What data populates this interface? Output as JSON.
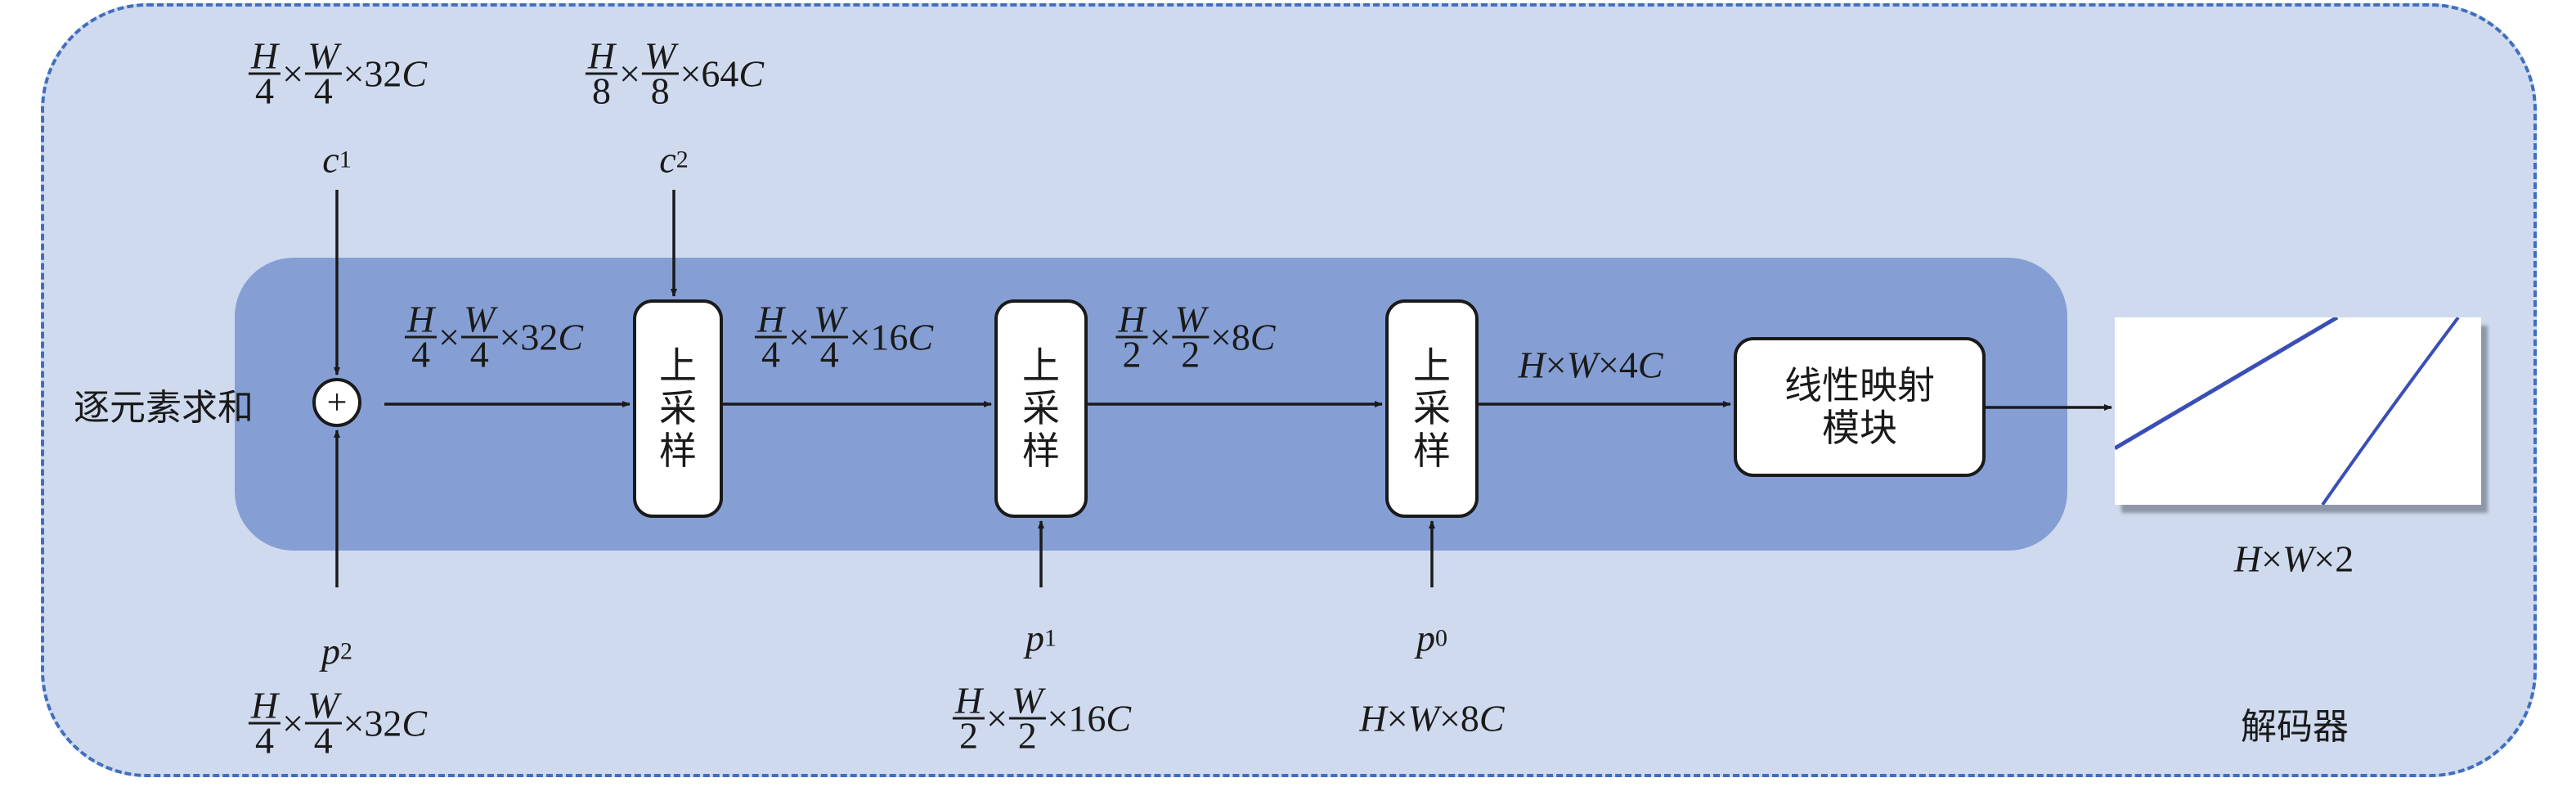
{
  "title": "解码器",
  "sum_label": "逐元素求和",
  "plus_symbol": "+",
  "inputs": {
    "c1": {
      "var": "c",
      "sub": "1",
      "dim": {
        "hn": "H",
        "hd": "4",
        "wn": "W",
        "wd": "4",
        "mult": "×32",
        "ch": "C"
      }
    },
    "c2": {
      "var": "c",
      "sub": "2",
      "dim": {
        "hn": "H",
        "hd": "8",
        "wn": "W",
        "wd": "8",
        "mult": "×64",
        "ch": "C"
      }
    },
    "p2": {
      "var": "p",
      "sub": "2",
      "dim": {
        "hn": "H",
        "hd": "4",
        "wn": "W",
        "wd": "4",
        "mult": "×32",
        "ch": "C"
      }
    },
    "p1": {
      "var": "p",
      "sub": "1",
      "dim": {
        "hn": "H",
        "hd": "2",
        "wn": "W",
        "wd": "2",
        "mult": "×16",
        "ch": "C"
      }
    },
    "p0": {
      "var": "p",
      "sub": "0",
      "dim_text": {
        "h": "H",
        "x1": "×",
        "w": "W",
        "mult": "×8",
        "ch": "C"
      }
    }
  },
  "edges": {
    "e1": {
      "hn": "H",
      "hd": "4",
      "wn": "W",
      "wd": "4",
      "mult": "×32",
      "ch": "C"
    },
    "e2": {
      "hn": "H",
      "hd": "4",
      "wn": "W",
      "wd": "4",
      "mult": "×16",
      "ch": "C"
    },
    "e3": {
      "hn": "H",
      "hd": "2",
      "wn": "W",
      "wd": "2",
      "mult": "×8",
      "ch": "C"
    },
    "e4": {
      "h": "H",
      "x1": "×",
      "w": "W",
      "mult": "×4",
      "ch": "C"
    }
  },
  "blocks": {
    "upsample": [
      "上",
      "采",
      "样"
    ],
    "linear": [
      "线性映射",
      "模块"
    ]
  },
  "output": {
    "h": "H",
    "x1": "×",
    "w": "W",
    "mult": "×2"
  },
  "colors": {
    "outer_fill": "#cfdaee",
    "outer_border": "#3f6fbf",
    "inner_fill": "#859fd4",
    "output_lines": "#3a4fb5"
  }
}
